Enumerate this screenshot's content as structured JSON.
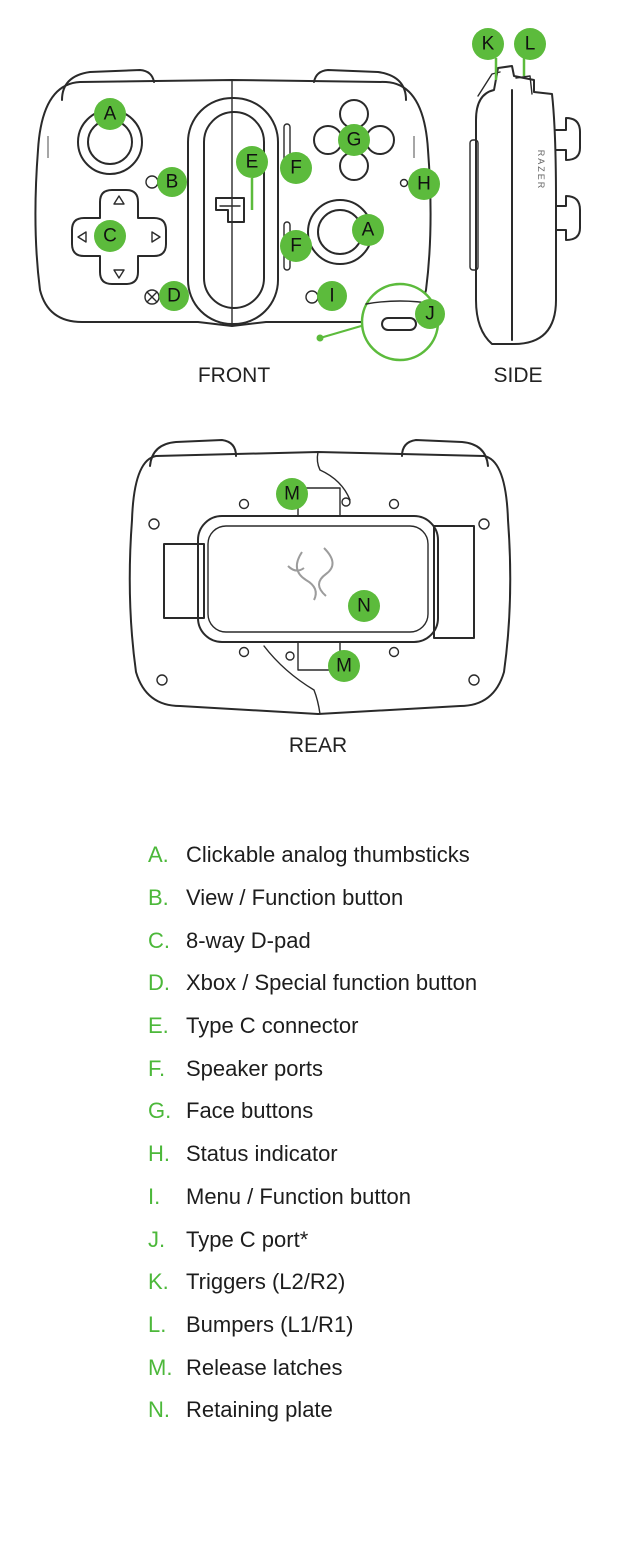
{
  "colors": {
    "callout": "#5cbb3c",
    "letter": "#4cb83a",
    "line": "#2a2a2a"
  },
  "views": {
    "front": "FRONT",
    "side": "SIDE",
    "rear": "REAR"
  },
  "callouts": {
    "A1": "A",
    "A2": "A",
    "B": "B",
    "C": "C",
    "D": "D",
    "E": "E",
    "F1": "F",
    "F2": "F",
    "G": "G",
    "H": "H",
    "I": "I",
    "J": "J",
    "K": "K",
    "L": "L",
    "M1": "M",
    "M2": "M",
    "N": "N"
  },
  "legend": [
    {
      "letter": "A.",
      "text": "Clickable analog thumbsticks"
    },
    {
      "letter": "B.",
      "text": "View / Function button"
    },
    {
      "letter": "C.",
      "text": "8-way D-pad"
    },
    {
      "letter": "D.",
      "text": "Xbox / Special function button"
    },
    {
      "letter": "E.",
      "text": "Type C connector"
    },
    {
      "letter": "F.",
      "text": "Speaker ports"
    },
    {
      "letter": "G.",
      "text": "Face buttons"
    },
    {
      "letter": "H.",
      "text": "Status indicator"
    },
    {
      "letter": "I.",
      "text": "Menu / Function button"
    },
    {
      "letter": "J.",
      "text": "Type C port*"
    },
    {
      "letter": "K.",
      "text": "Triggers (L2/R2)"
    },
    {
      "letter": "L.",
      "text": "Bumpers (L1/R1)"
    },
    {
      "letter": "M.",
      "text": "Release latches"
    },
    {
      "letter": "N.",
      "text": "Retaining plate"
    }
  ],
  "side_logo": "RAZER"
}
